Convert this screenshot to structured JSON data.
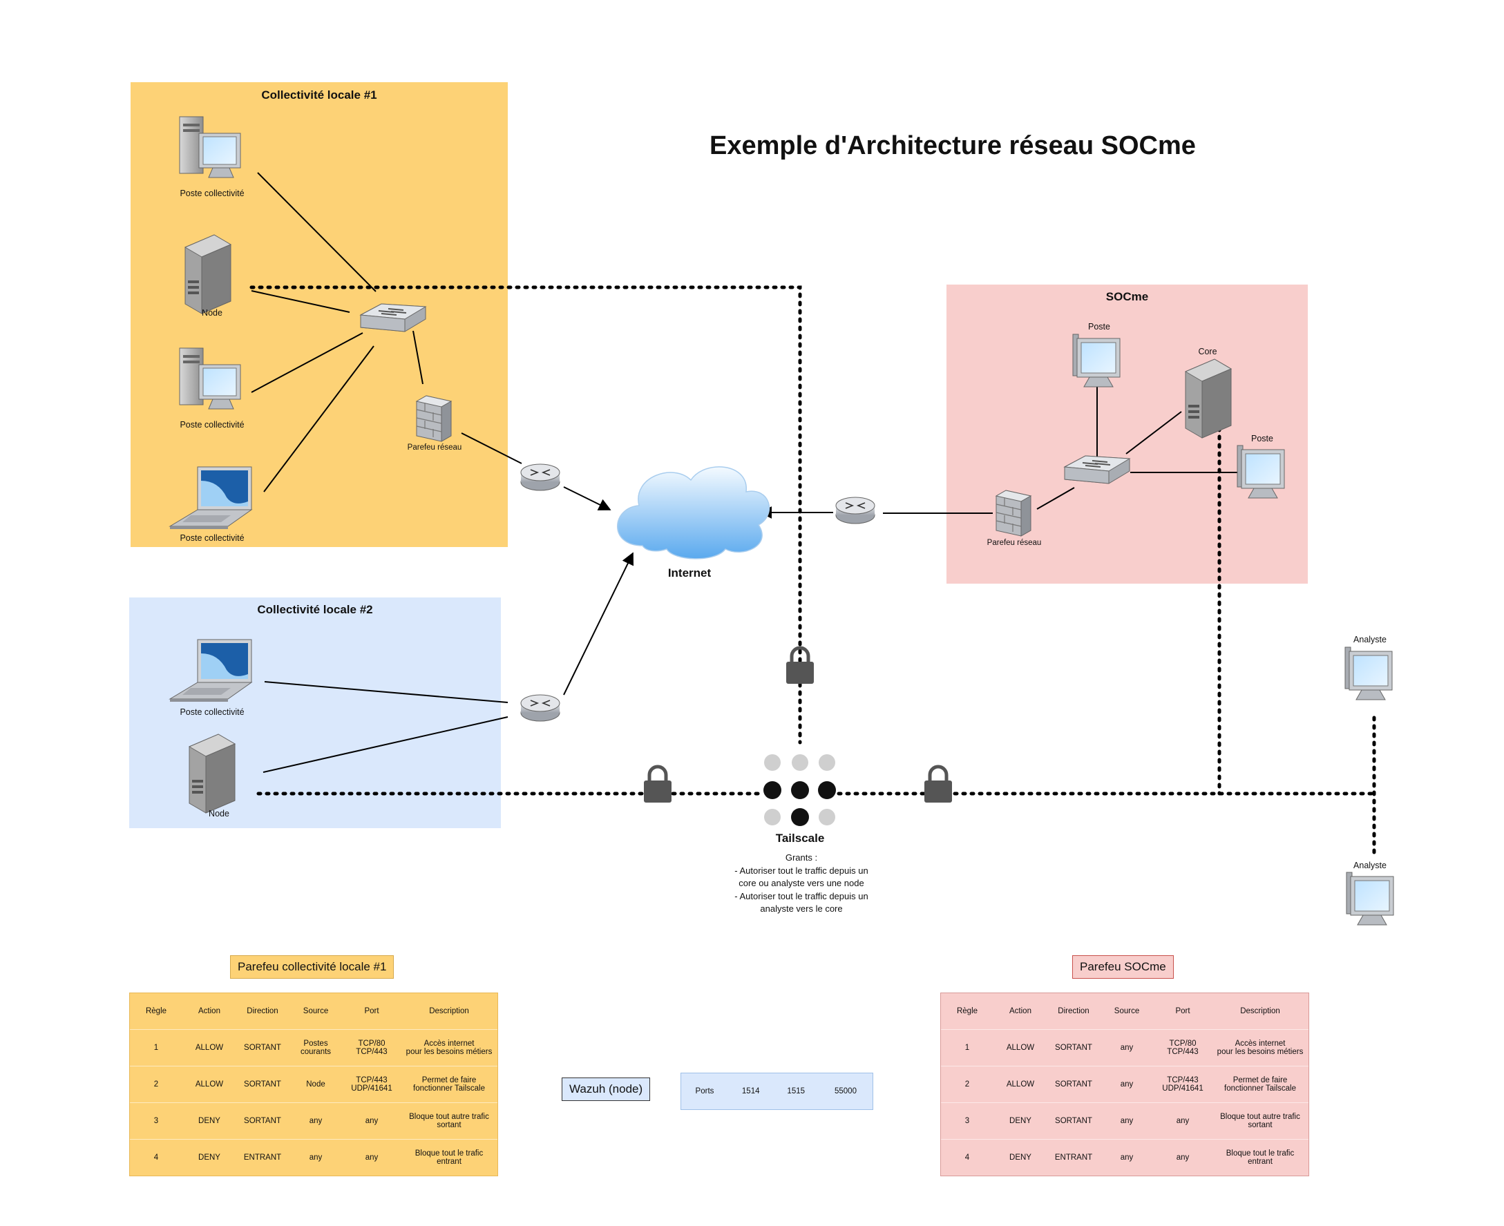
{
  "title": "Exemple d'Architecture réseau SOCme",
  "zones": {
    "c1": {
      "title": "Collectivité locale #1",
      "color": "#FDD276"
    },
    "c2": {
      "title": "Collectivité locale #2",
      "color": "#DAE8FC"
    },
    "soc": {
      "title": "SOCme",
      "color": "#F8CECC"
    }
  },
  "c1_nodes": {
    "poste1": "Poste collectivité",
    "node": "Node",
    "poste2": "Poste collectivité",
    "parefeu": "Parefeu réseau",
    "poste3": "Poste collectivité"
  },
  "c2_nodes": {
    "poste": "Poste collectivité",
    "node": "Node"
  },
  "soc_nodes": {
    "poste1": "Poste",
    "core": "Core",
    "poste2": "Poste",
    "parefeu": "Parefeu réseau"
  },
  "internet": "Internet",
  "analysts": {
    "a1": "Analyste",
    "a2": "Analyste"
  },
  "tailscale": {
    "title": "Tailscale",
    "grants": "Grants :\n- Autoriser tout le traffic depuis un\ncore ou analyste vers une node\n- Autoriser tout le traffic depuis un\nanalyste vers le core"
  },
  "fw1": {
    "title": "Parefeu collectivité locale #1",
    "headers": [
      "Règle",
      "Action",
      "Direction",
      "Source",
      "Port",
      "Description"
    ],
    "rows": [
      [
        "1",
        "ALLOW",
        "SORTANT",
        "Postes\ncourants",
        "TCP/80\nTCP/443",
        "Accès internet\npour les besoins métiers"
      ],
      [
        "2",
        "ALLOW",
        "SORTANT",
        "Node",
        "TCP/443\nUDP/41641",
        "Permet de faire\nfonctionner Tailscale"
      ],
      [
        "3",
        "DENY",
        "SORTANT",
        "any",
        "any",
        "Bloque tout autre trafic sortant"
      ],
      [
        "4",
        "DENY",
        "ENTRANT",
        "any",
        "any",
        "Bloque tout le trafic entrant"
      ]
    ]
  },
  "fw2": {
    "title": "Parefeu SOCme",
    "headers": [
      "Règle",
      "Action",
      "Direction",
      "Source",
      "Port",
      "Description"
    ],
    "rows": [
      [
        "1",
        "ALLOW",
        "SORTANT",
        "any",
        "TCP/80\nTCP/443",
        "Accès internet\npour les besoins métiers"
      ],
      [
        "2",
        "ALLOW",
        "SORTANT",
        "any",
        "TCP/443\nUDP/41641",
        "Permet de faire\nfonctionner Tailscale"
      ],
      [
        "3",
        "DENY",
        "SORTANT",
        "any",
        "any",
        "Bloque tout autre trafic sortant"
      ],
      [
        "4",
        "DENY",
        "ENTRANT",
        "any",
        "any",
        "Bloque tout le trafic entrant"
      ]
    ]
  },
  "wazuh": {
    "title": "Wazuh (node)",
    "cells": [
      "Ports",
      "1514",
      "1515",
      "55000"
    ]
  }
}
